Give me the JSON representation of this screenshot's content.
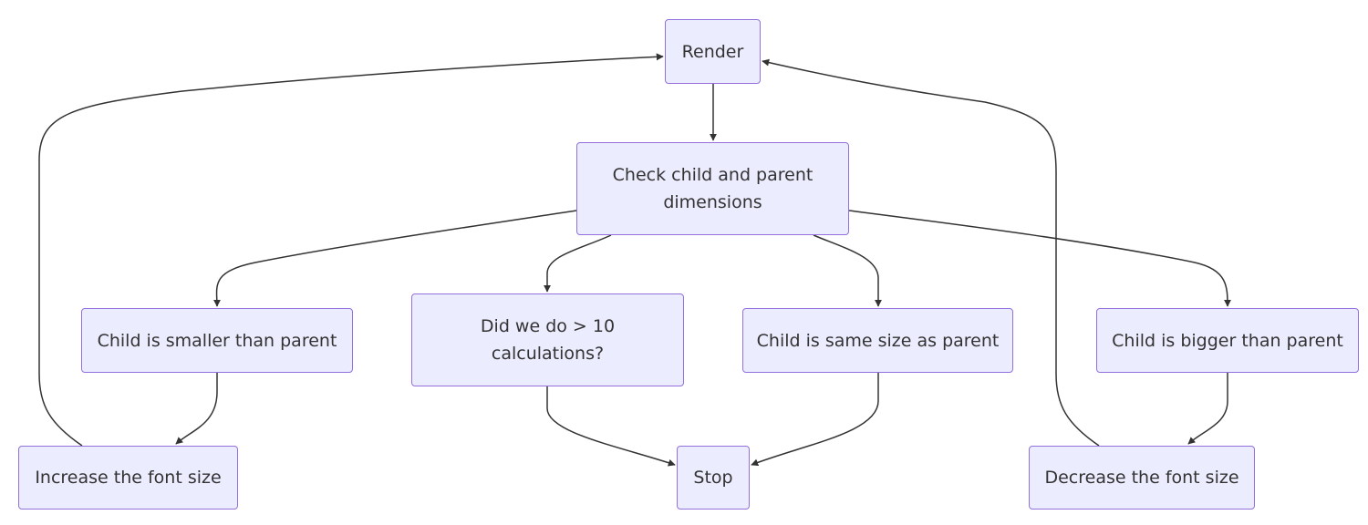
{
  "diagram": {
    "type": "flowchart",
    "nodes": {
      "render": "Render",
      "check": "Check child and parent dimensions",
      "smaller": "Child is smaller than parent",
      "calc": "Did we do > 10 calculations?",
      "same": "Child is same size as parent",
      "bigger": "Child is bigger than parent",
      "increase": "Increase the font size",
      "stop": "Stop",
      "decrease": "Decrease the font size"
    },
    "edges": [
      {
        "from": "render",
        "to": "check"
      },
      {
        "from": "check",
        "to": "smaller"
      },
      {
        "from": "check",
        "to": "calc"
      },
      {
        "from": "check",
        "to": "same"
      },
      {
        "from": "check",
        "to": "bigger"
      },
      {
        "from": "smaller",
        "to": "increase"
      },
      {
        "from": "calc",
        "to": "stop"
      },
      {
        "from": "same",
        "to": "stop"
      },
      {
        "from": "bigger",
        "to": "decrease"
      },
      {
        "from": "increase",
        "to": "render"
      },
      {
        "from": "decrease",
        "to": "render"
      }
    ],
    "colors": {
      "node_fill": "#ECECFF",
      "node_border": "#9370DB",
      "edge": "#333333",
      "text": "#333333"
    }
  }
}
